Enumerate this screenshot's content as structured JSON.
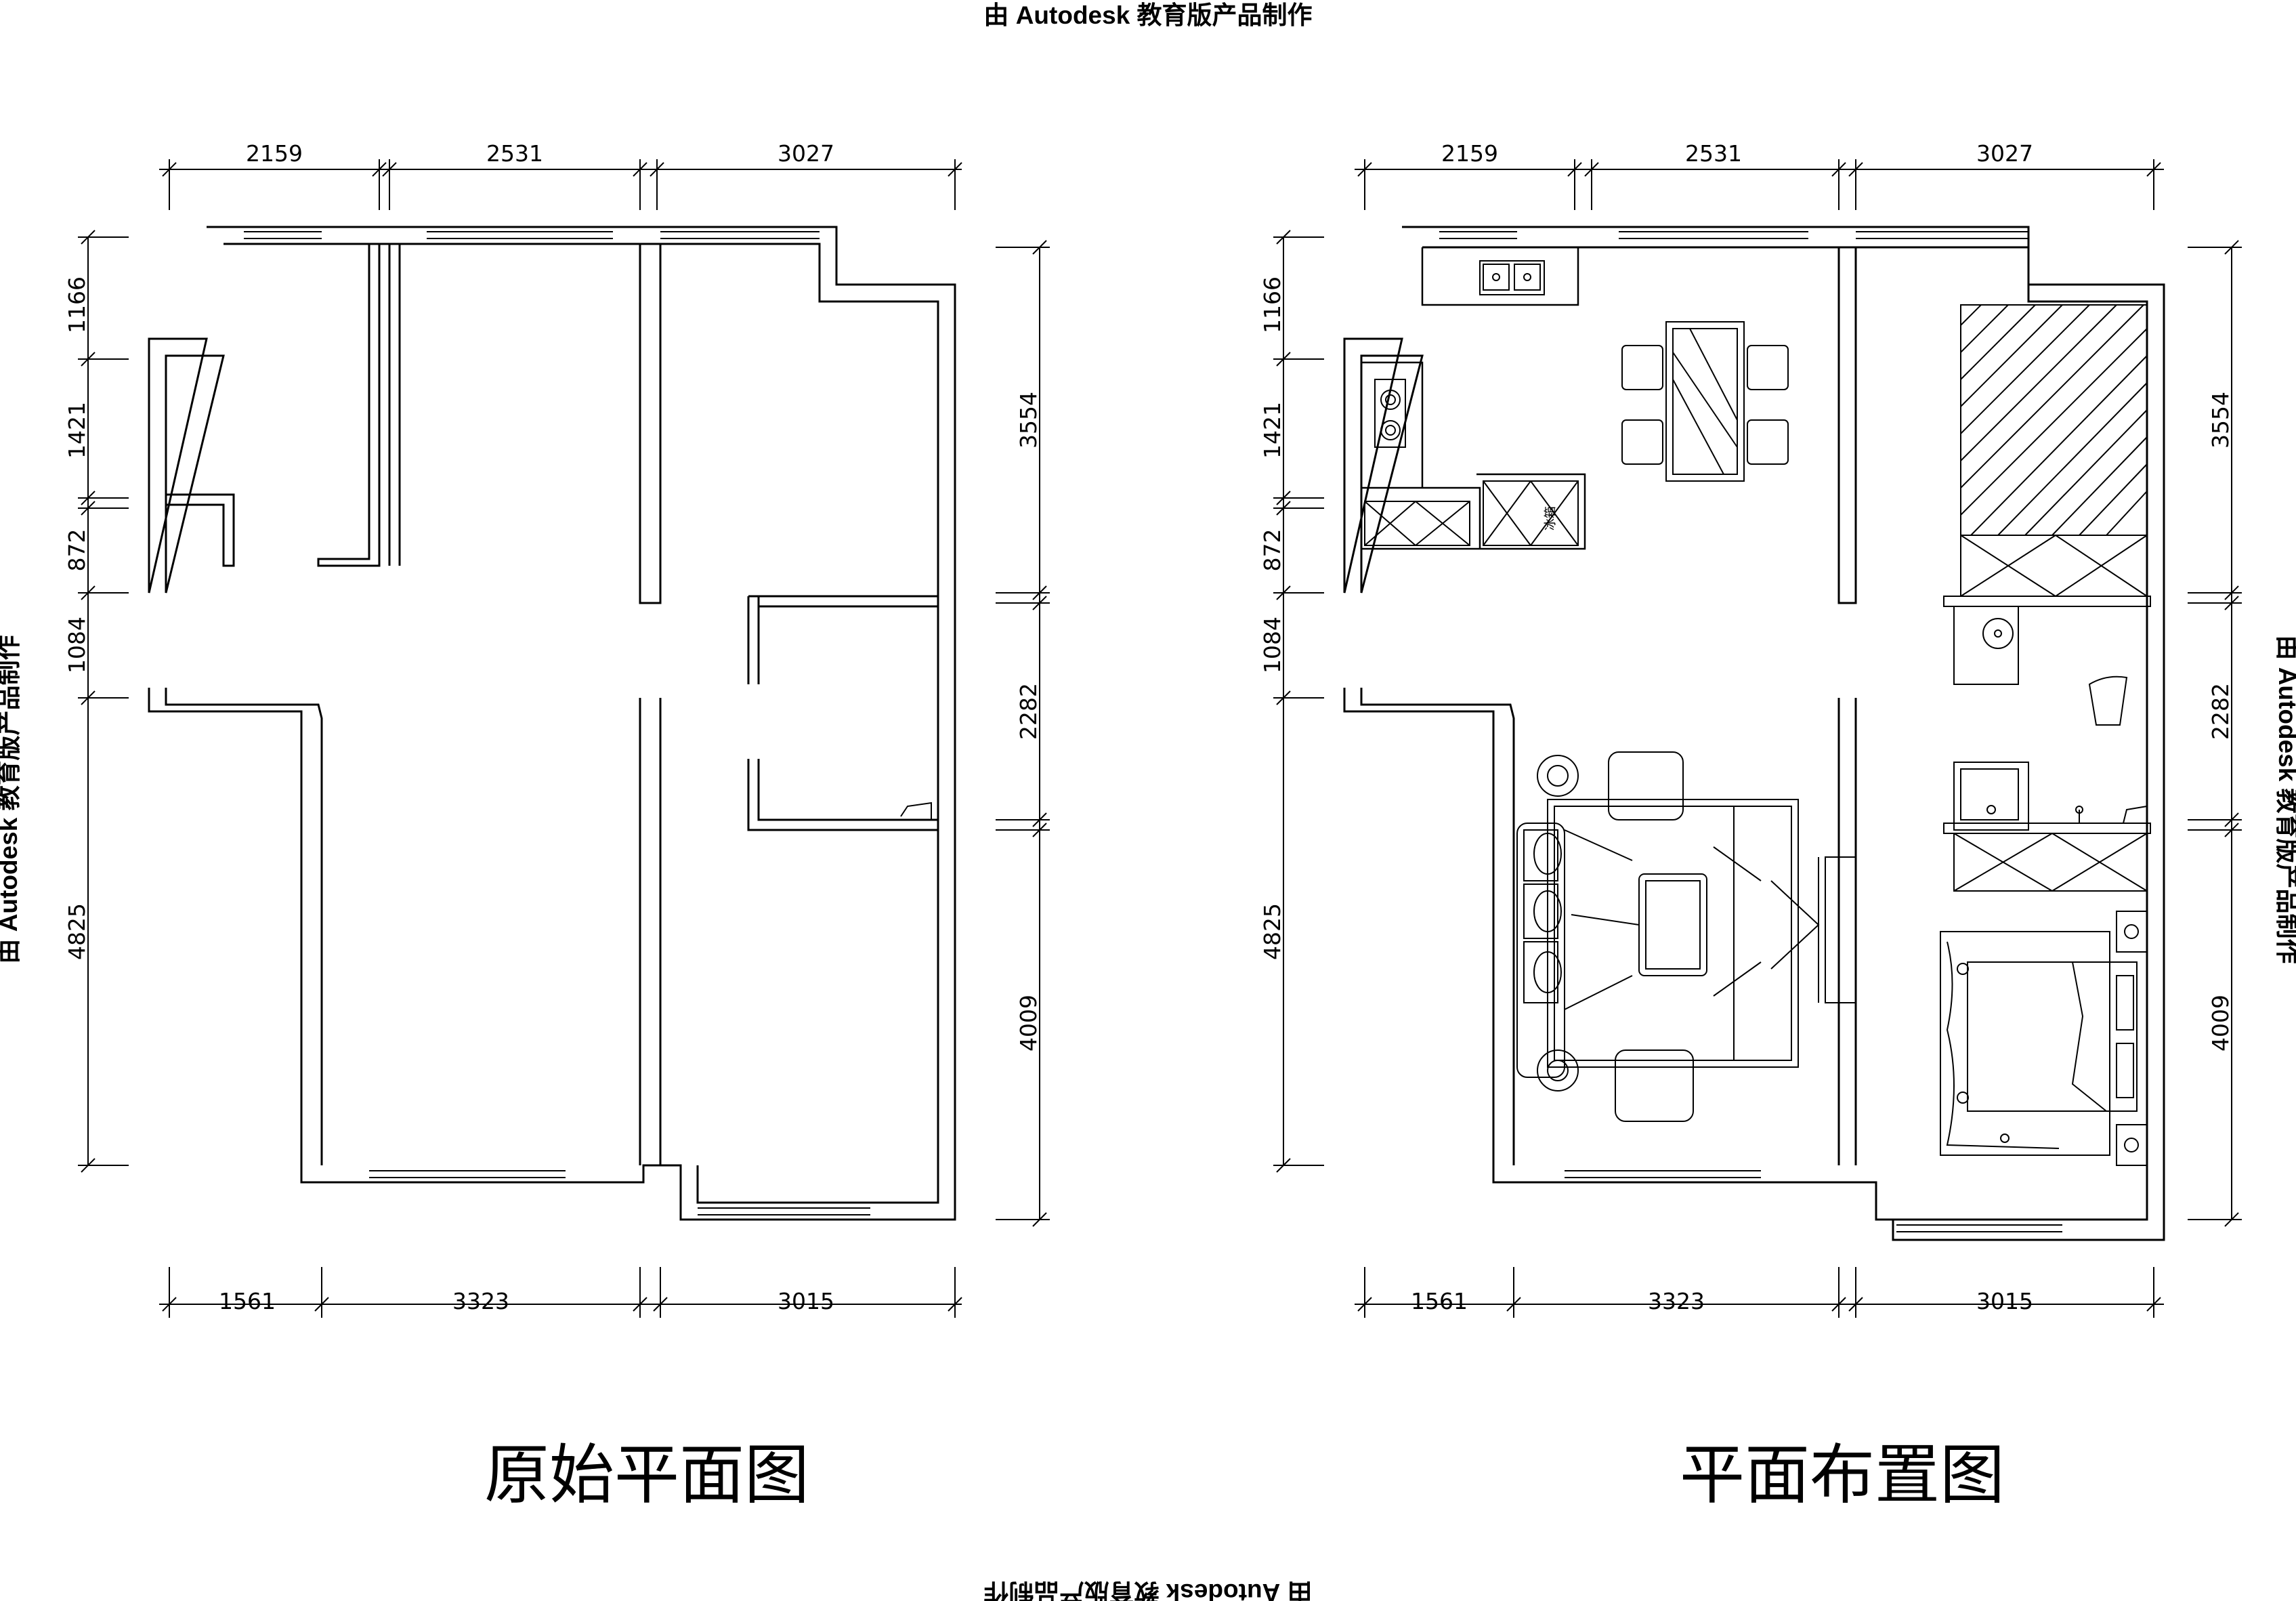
{
  "watermark": {
    "top": "由 Autodesk 教育版产品制作",
    "bottom": "由 Autodesk 教育版产品制作",
    "left": "由 Autodesk 教育版产品制作",
    "right": "由 Autodesk 教育版产品制作"
  },
  "plans": [
    {
      "title": "原始平面图",
      "dims_top": [
        "2159",
        "2531",
        "3027"
      ],
      "dims_bottom": [
        "1561",
        "3323",
        "3015"
      ],
      "dims_left": [
        "1166",
        "1421",
        "872",
        "1084",
        "4825"
      ],
      "dims_right": [
        "3554",
        "2282",
        "4009"
      ]
    },
    {
      "title": "平面布置图",
      "dims_top": [
        "2159",
        "2531",
        "3027"
      ],
      "dims_bottom": [
        "1561",
        "3323",
        "3015"
      ],
      "dims_left": [
        "1166",
        "1421",
        "872",
        "1084",
        "4825"
      ],
      "dims_right": [
        "3554",
        "2282",
        "4009"
      ],
      "appliance_label": "冰箱"
    }
  ]
}
